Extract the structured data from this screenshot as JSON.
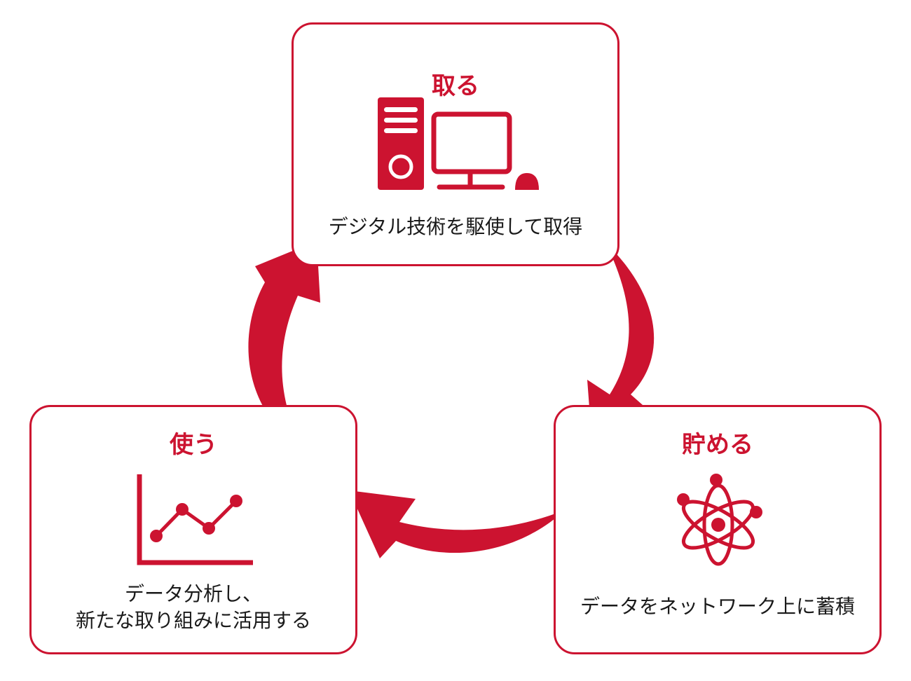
{
  "accent_color": "#cc1330",
  "cards": [
    {
      "title": "取る",
      "icon": "desktop-computer-icon",
      "description": "デジタル技術を駆使して取得"
    },
    {
      "title": "貯める",
      "icon": "atom-icon",
      "description": "データをネットワーク上に蓄積"
    },
    {
      "title": "使う",
      "icon": "line-chart-icon",
      "description_lines": [
        "データ分析し、",
        "新たな取り組みに活用する"
      ]
    }
  ]
}
